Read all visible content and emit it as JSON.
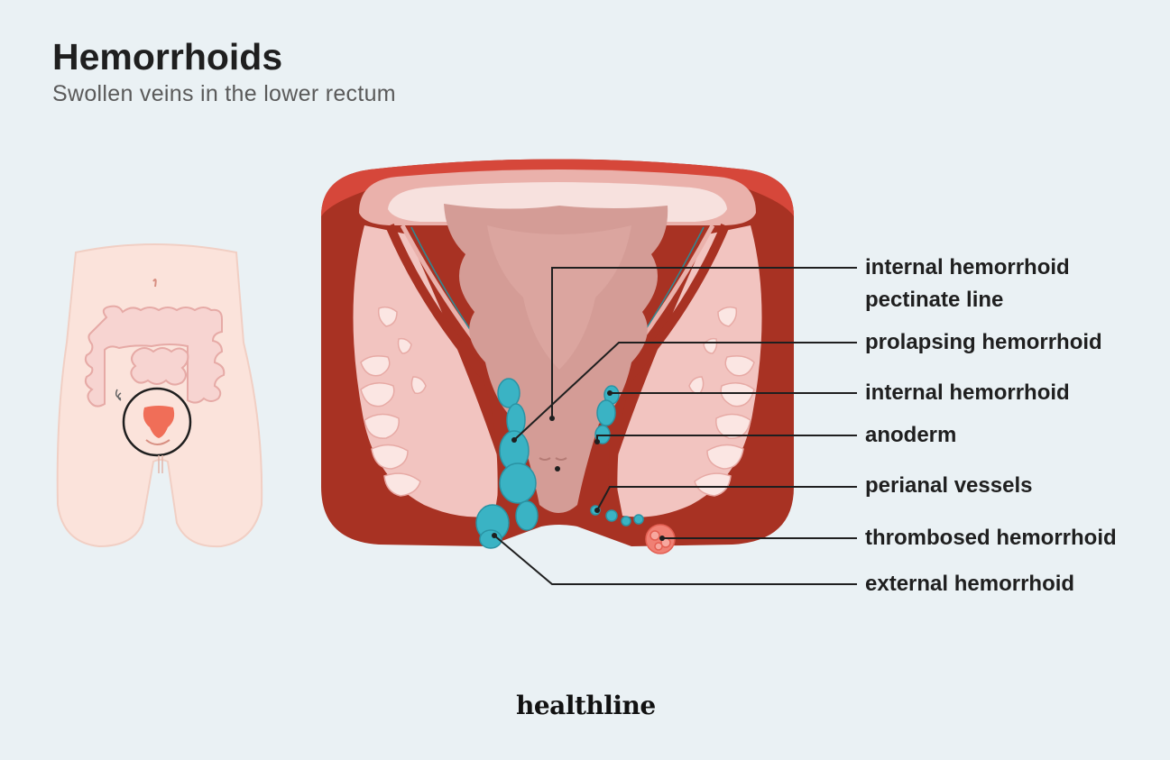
{
  "header": {
    "title": "Hemorrhoids",
    "subtitle": "Swollen veins in the lower rectum"
  },
  "labels": [
    {
      "id": "internal-hemorrhoid-1",
      "text": "internal hemorrhoid"
    },
    {
      "id": "pectinate-line",
      "text": "pectinate line"
    },
    {
      "id": "prolapsing-hemorrhoid",
      "text": "prolapsing hemorrhoid"
    },
    {
      "id": "internal-hemorrhoid-2",
      "text": "internal hemorrhoid"
    },
    {
      "id": "anoderm",
      "text": "anoderm"
    },
    {
      "id": "perianal-vessels",
      "text": "perianal vessels"
    },
    {
      "id": "thrombosed-hemorrhoid",
      "text": "thrombosed hemorrhoid"
    },
    {
      "id": "external-hemorrhoid",
      "text": "external hemorrhoid"
    }
  ],
  "brand": "healthline",
  "colors": {
    "background": "#eaf1f4",
    "muscle_dark": "#a83223",
    "muscle_light": "#d6473a",
    "tissue_pink": "#f2c4c0",
    "rectum": "#d49c96",
    "vein_teal": "#3ab3c4",
    "thrombosed": "#f08074",
    "skin": "#fbe3db"
  }
}
